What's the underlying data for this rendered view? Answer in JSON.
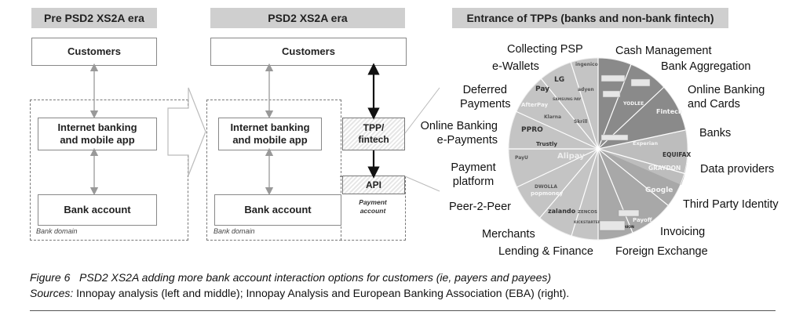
{
  "left_panel": {
    "header": "Pre PSD2 XS2A era",
    "customers": "Customers",
    "internet_banking": [
      "Internet banking",
      "and mobile app"
    ],
    "bank_account": "Bank account",
    "bank_domain": "Bank domain"
  },
  "middle_panel": {
    "header": "PSD2 XS2A era",
    "customers": "Customers",
    "internet_banking": [
      "Internet banking",
      "and mobile app"
    ],
    "bank_account": "Bank account",
    "bank_domain": "Bank domain",
    "tpp": [
      "TPP/",
      "fintech"
    ],
    "api": "API",
    "payment_account": [
      "Payment",
      "account"
    ]
  },
  "right_panel": {
    "header": "Entrance of TPPs (banks and non-bank fintech)",
    "labels": {
      "collecting_psp": "Collecting PSP",
      "cash_management": "Cash Management",
      "e_wallets": "e-Wallets",
      "bank_aggregation": "Bank Aggregation",
      "deferred_payments": [
        "Deferred",
        "Payments"
      ],
      "online_banking_cards": [
        "Online Banking",
        "and Cards"
      ],
      "online_banking_epayments": [
        "Online Banking",
        "e-Payments"
      ],
      "banks": "Banks",
      "payment_platform": [
        "Payment",
        "platform"
      ],
      "data_providers": "Data providers",
      "peer_to_peer": "Peer-2-Peer",
      "third_party_identity": "Third Party Identity",
      "merchants": "Merchants",
      "invoicing": "Invoicing",
      "lending_finance": "Lending & Finance",
      "foreign_exchange": "Foreign Exchange"
    },
    "logos": [
      "LG",
      "Pay",
      "ingenico",
      "adyen",
      "SAMSUNG PAY",
      "AfterPay",
      "Klarna",
      "Skrill",
      "PPRO",
      "Trustly",
      "Alipay",
      "PayU",
      "DWOLLA",
      "popmoney",
      "zalando",
      "ZENCOS",
      "KICKSTARTER",
      "YODLEE",
      "Experian",
      "EQUIFAX",
      "GRAYDON",
      "Google",
      "Fintech",
      "WESTERN UNION",
      "Payoff"
    ]
  },
  "caption": {
    "figure_label": "Figure 6",
    "title": "PSD2 XS2A adding more bank account interaction options for customers (ie, payers and payees)",
    "sources_label": "Sources:",
    "sources_text": "Innopay analysis (left and middle); Innopay Analysis and European Banking Association (EBA) (right)."
  },
  "colors": {
    "header_bg": "#cfcfcf",
    "pie_light": "#c2c2c2",
    "pie_dark": "#8c8c8c",
    "text": "#222222"
  }
}
